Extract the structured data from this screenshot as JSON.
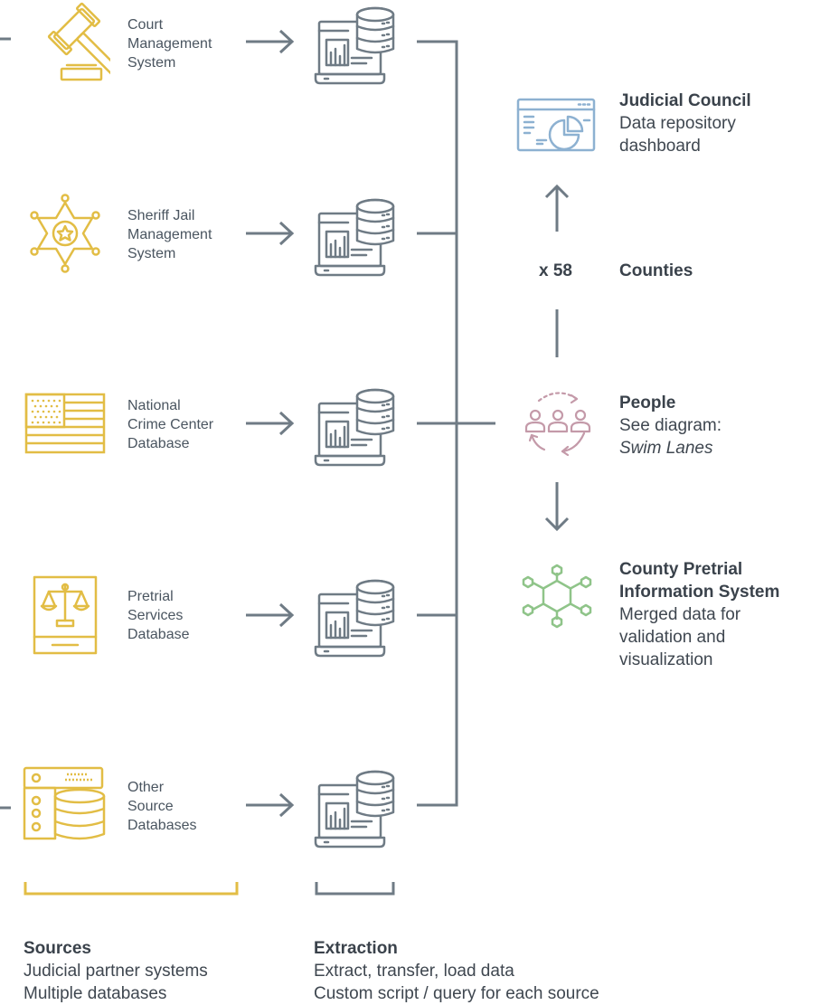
{
  "sources": [
    {
      "lines": [
        "Court",
        "Management",
        "System"
      ],
      "icon": "gavel-icon"
    },
    {
      "lines": [
        "Sheriff Jail",
        "Management",
        "System"
      ],
      "icon": "sheriff-badge-icon"
    },
    {
      "lines": [
        "National",
        "Crime Center",
        "Database"
      ],
      "icon": "flag-icon"
    },
    {
      "lines": [
        "Pretrial",
        "Services",
        "Database"
      ],
      "icon": "scales-book-icon"
    },
    {
      "lines": [
        "Other",
        "Source",
        "Databases"
      ],
      "icon": "server-database-icon"
    }
  ],
  "extraction_icon": "laptop-database-icon",
  "judicial_council": {
    "title": "Judicial Council",
    "lines": [
      "Data repository",
      "dashboard"
    ],
    "icon": "dashboard-icon"
  },
  "counties": {
    "multiplier": "x 58",
    "label": "Counties"
  },
  "people": {
    "title": "People",
    "line": "See diagram:",
    "italic": "Swim Lanes",
    "icon": "people-cycle-icon"
  },
  "county_system": {
    "title_lines": [
      "County Pretrial",
      "Information System"
    ],
    "lines": [
      "Merged data for",
      "validation and",
      "visualization"
    ],
    "icon": "network-hexagon-icon"
  },
  "bottom": {
    "sources": {
      "title": "Sources",
      "lines": [
        "Judicial partner systems",
        "Multiple databases"
      ]
    },
    "extraction": {
      "title": "Extraction",
      "lines": [
        "Extract, transfer, load data",
        "Custom script / query for each source"
      ]
    }
  },
  "colors": {
    "gold": "#e2bd45",
    "gray": "#6f7b85",
    "blue": "#8db1d1",
    "mauve": "#c49aa9",
    "green": "#8fc489"
  }
}
